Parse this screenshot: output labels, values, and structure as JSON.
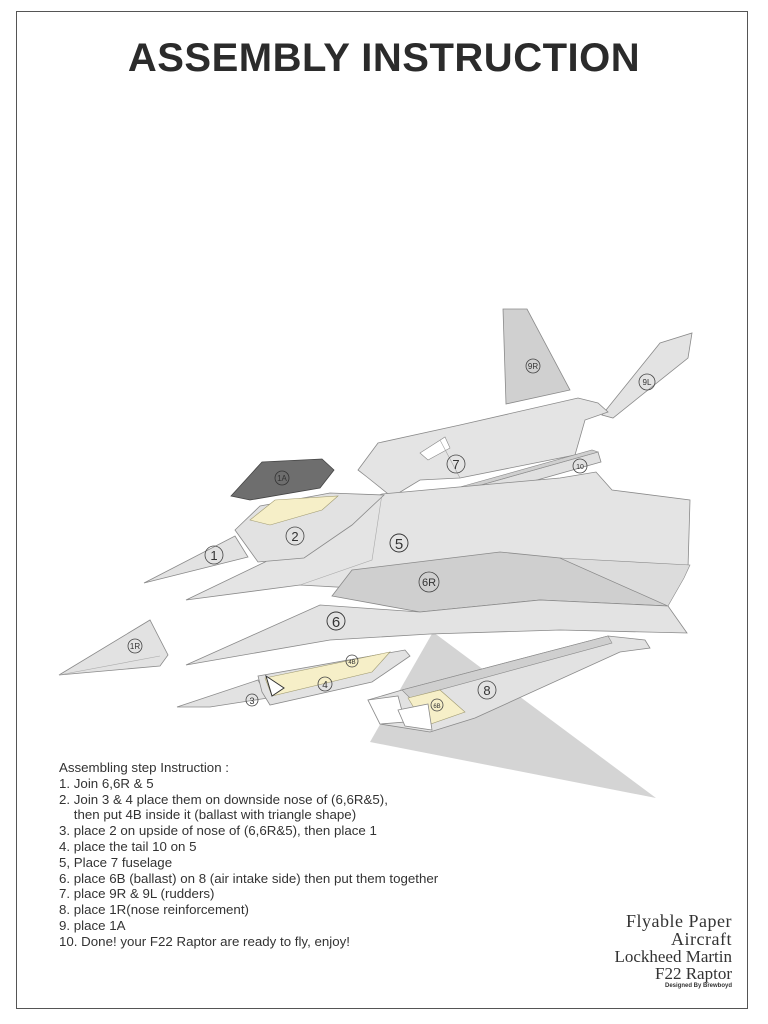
{
  "title": "ASSEMBLY INSTRUCTION",
  "parts": {
    "p1": "1",
    "p1a": "1A",
    "p1r": "1R",
    "p2": "2",
    "p3": "3",
    "p4": "4",
    "p4b": "4B",
    "p5": "5",
    "p6": "6",
    "p6b": "6B",
    "p6r": "6R",
    "p7": "7",
    "p8": "8",
    "p9l": "9L",
    "p9r": "9R",
    "p10": "10"
  },
  "instructions": {
    "heading": "Assembling step Instruction :",
    "steps": [
      "1. Join 6,6R & 5",
      "2. Join 3 & 4 place them on downside nose of (6,6R&5),",
      "    then put 4B inside it (ballast with triangle shape)",
      "3. place 2 on upside of nose of (6,6R&5), then place 1",
      "4. place the tail 10 on 5",
      "5, Place 7 fuselage",
      "6. place 6B (ballast) on 8 (air intake side) then put them together",
      "7. place 9R & 9L (rudders)",
      "8. place 1R(nose reinforcement)",
      "9. place 1A",
      "10. Done! your F22 Raptor are ready to fly, enjoy!"
    ]
  },
  "brand": {
    "line1": "Flyable Paper",
    "line2": "Aircraft",
    "line3": "Lockheed Martin",
    "line4": "F22 Raptor",
    "credit": "Designed By Brewboyd"
  },
  "colors": {
    "part_light": "#e3e3e3",
    "part_mid": "#cfcfcf",
    "part_dark": "#6e6e6e",
    "ballast": "#f6efc8",
    "outline": "#8a8a8a"
  }
}
